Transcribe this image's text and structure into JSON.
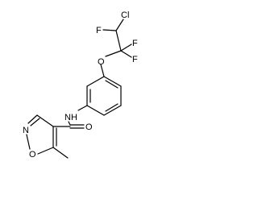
{
  "molecule": {
    "atom_labels": {
      "cl": "Cl",
      "f_chf": "F",
      "f_cf2_1": "F",
      "f_cf2_2": "F",
      "o_ether": "O",
      "nh": "NH",
      "o_carbonyl": "O",
      "n_ring": "N",
      "o_ring": "O"
    }
  }
}
